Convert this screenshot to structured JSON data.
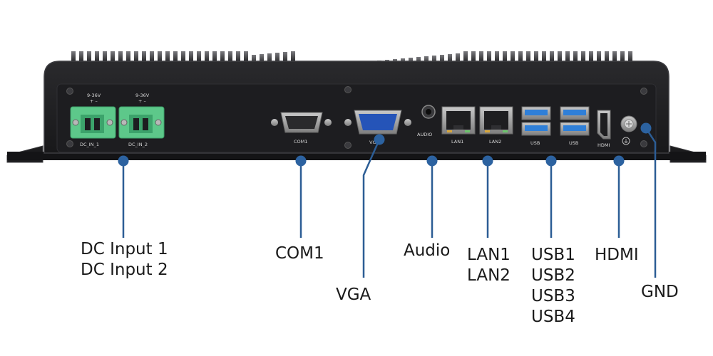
{
  "panel": {
    "dc1_voltage": "9-36V",
    "dc2_voltage": "9-36V",
    "polarity": "+ –",
    "dc1_text": "DC_IN_1",
    "dc2_text": "DC_IN_2",
    "com_text": "COM1",
    "vga_text": "VGA",
    "audio_text": "AUDIO",
    "lan1_text": "LAN1",
    "lan2_text": "LAN2",
    "usb_a_text": "USB",
    "usb_b_text": "USB",
    "hdmi_text": "HDMI"
  },
  "callouts": {
    "dc": [
      "DC Input 1",
      "DC Input 2"
    ],
    "com": [
      "COM1"
    ],
    "vga": [
      "VGA"
    ],
    "audio": [
      "Audio"
    ],
    "lan": [
      "LAN1",
      "LAN2"
    ],
    "usb": [
      "USB1",
      "USB2",
      "USB3",
      "USB4"
    ],
    "hdmi": [
      "HDMI"
    ],
    "gnd": [
      "GND"
    ]
  },
  "colors": {
    "callout_line": "#2c5d95",
    "callout_dot": "#2c62a0",
    "chassis": "#202022",
    "connector_green": "#5dc88a",
    "usb_blue": "#2f7fd8",
    "vga_blue": "#2554b8"
  }
}
